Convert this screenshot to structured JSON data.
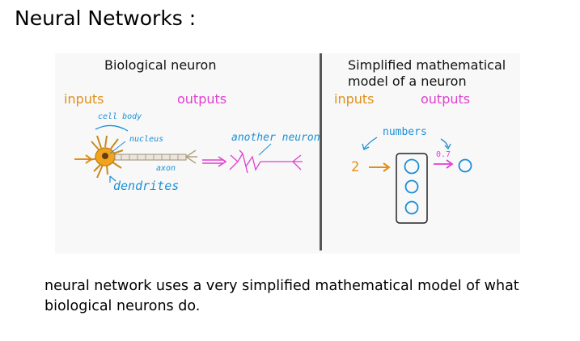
{
  "title": "Neural Networks :",
  "left_panel": {
    "heading": "Biological neuron",
    "inputs_label": "inputs",
    "outputs_label": "outputs",
    "annotations": {
      "cell_body": "cell body",
      "nucleus": "nucleus",
      "axon": "axon",
      "dendrites": "dendrites",
      "another_neuron": "another neuron"
    }
  },
  "right_panel": {
    "heading_line1": "Simplified mathematical",
    "heading_line2": "model of a neuron",
    "inputs_label": "inputs",
    "outputs_label": "outputs",
    "annotations": {
      "numbers": "numbers",
      "input_value": "2",
      "output_value": "0.7"
    }
  },
  "caption": "neural network uses a very simplified mathematical model of what biological neurons do.",
  "colors": {
    "orange": "#e0901a",
    "pink": "#e040d0",
    "blue": "#1b8fd6",
    "divider": "#555555"
  }
}
